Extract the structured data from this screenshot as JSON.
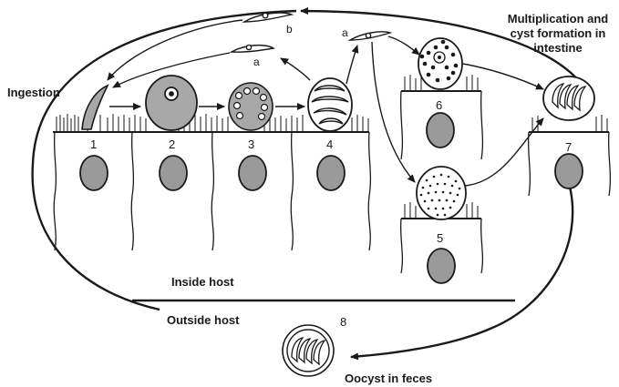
{
  "labels": {
    "multiplication_line1": "Multiplication and",
    "multiplication_line2": "cyst formation in",
    "multiplication_line3": "intestine",
    "ingestion": "Ingestion",
    "inside_host": "Inside host",
    "outside_host": "Outside host",
    "oocyst_in_feces": "Oocyst in feces"
  },
  "stage_numbers": [
    "1",
    "2",
    "3",
    "4",
    "5",
    "6",
    "7",
    "8"
  ],
  "stage_letters": {
    "b": "b",
    "a_lower": "a",
    "a_upper": "a"
  },
  "colors": {
    "stroke": "#1a1a1a",
    "cell_fill": "#ffffff",
    "nucleus_fill": "#9a9a9a",
    "parasite_fill": "#a8a8a8"
  }
}
